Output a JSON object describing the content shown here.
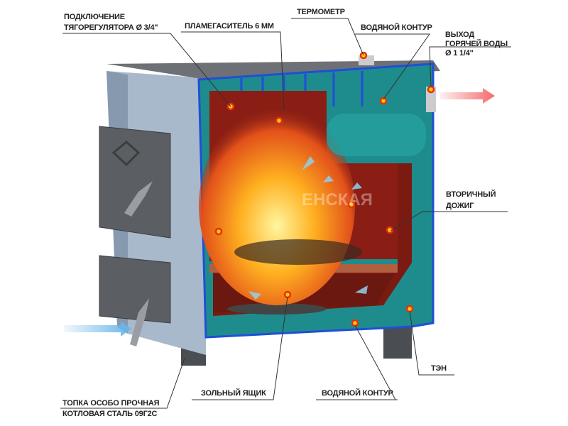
{
  "labels": {
    "draft_regulator_line1": "ПОДКЛЮЧЕНИЕ",
    "draft_regulator_line2": "ТЯГОРЕГУЛЯТОРА Ø 3/4\"",
    "flame_damper": "ПЛАМЕГАСИТЕЛЬ 6 ММ",
    "thermometer": "ТЕРМОМЕТР",
    "water_jacket_top": "ВОДЯНОЙ КОНТУР",
    "hot_water_outlet_line1": "ВЫХОД",
    "hot_water_outlet_line2": "ГОРЯЧЕЙ ВОДЫ",
    "hot_water_outlet_line3": "Ø 1 1/4\"",
    "secondary_burn_line1": "ВТОРИЧНЫЙ",
    "secondary_burn_line2": "ДОЖИГ",
    "heating_element": "ТЭН",
    "water_jacket_bottom": "ВОДЯНОЙ КОНТУР",
    "ash_box": "ЗОЛЬНЫЙ ЯЩИК",
    "firebox_line1": "ТОПКА  ОСОБО ПРОЧНАЯ",
    "firebox_line2": "КОТЛОВАЯ СТАЛЬ 09Г2С"
  },
  "watermark": "ЕНСКАЯ",
  "colors": {
    "water": "#1e8c8c",
    "outline": "#1f4fd8",
    "firebox": "#8a1e14",
    "body": "#a9b9cc",
    "hot_arrow": "#f26b6b",
    "cold_arrow": "#6ab6e8"
  }
}
